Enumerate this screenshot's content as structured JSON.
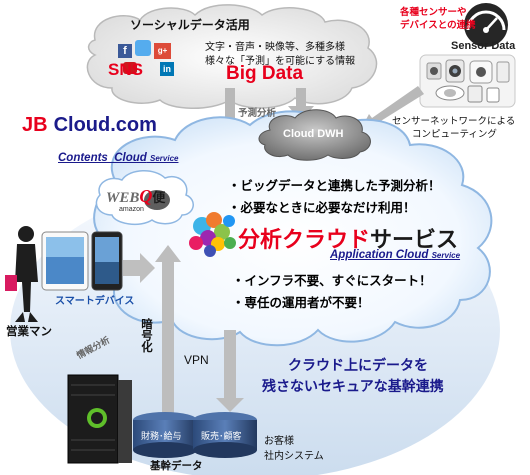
{
  "social": {
    "title": "ソーシャルデータ活用",
    "sns_label": "SNS",
    "desc_line1": "文字・音声・映像等、多種多様",
    "desc_line2": "様々な「予測」を可能にする情報",
    "bigdata_label": "Big Data"
  },
  "sensor": {
    "caption_line1": "各種センサーや",
    "caption_line2": "デバイスとの連携",
    "label": "Sensor Data",
    "network_line1": "センサーネットワークによる",
    "network_line2": "コンピューティング"
  },
  "prediction_label": "予測分析",
  "dwh_label": "Cloud DWH",
  "brand": {
    "jb": "JB",
    "rest": "Cloud.com"
  },
  "contents_cloud": "Contents  Cloud",
  "service_word": "Service",
  "app_cloud": "Application Cloud",
  "webq": {
    "web": "WEB",
    "q": "Q",
    "bin": "便",
    "amazon": "amazon"
  },
  "bullets_top": [
    "・ビッグデータと連携した予測分析！",
    "・必要なときに必要なだけ利用！"
  ],
  "main_title_a": "分析",
  "main_title_b": "クラウド",
  "main_title_c": "サービス",
  "bullets_bottom": [
    "・インフラ不要、すぐにスタート！",
    "・専任の運用者が不要！"
  ],
  "smart_device": "スマートデバイス",
  "salesman": "営業マン",
  "info_analysis": "情報分析",
  "encryption": "暗号化",
  "vpn": "VPN",
  "secure_line1": "クラウド上にデータを",
  "secure_line2": "残さないセキュアな基幹連携",
  "db1": "財務･給与",
  "db2": "販売･顧客",
  "core_data": "基幹データ",
  "customer_line1": "お客様",
  "customer_line2": "社内システム",
  "colors": {
    "accent_red": "#e8001c",
    "navy": "#1a1a8c",
    "cloud_edge": "#9cc3ea"
  }
}
